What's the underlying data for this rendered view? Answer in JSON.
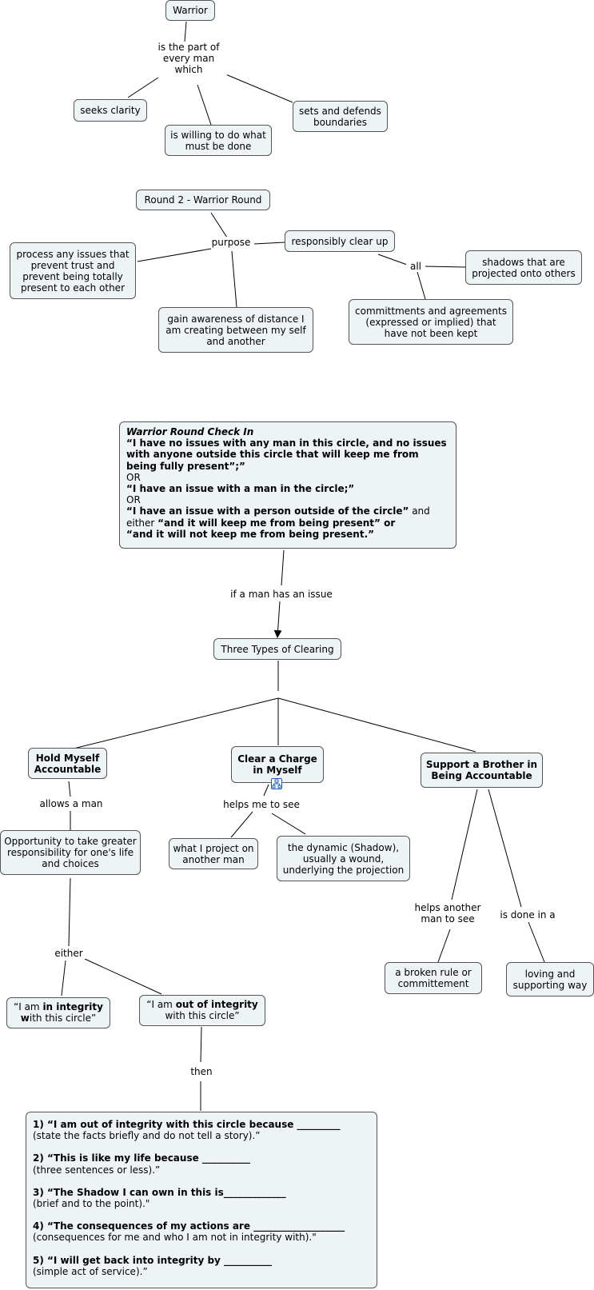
{
  "warrior_map": {
    "root": "Warrior",
    "link": "is the part of every man which",
    "items": [
      "seeks clarity",
      "is willing to do what must be done",
      "sets and defends boundaries"
    ]
  },
  "round2_map": {
    "root": "Round 2 - Warrior Round",
    "link_purpose": "purpose",
    "process": "process any issues that prevent trust and prevent being totally present to each other",
    "gain": "gain awareness of distance I am creating between my self and another",
    "clear_up": "responsibly clear up",
    "link_all": "all",
    "shadows": "shadows that are projected onto others",
    "commitments": "committments and agreements (expressed or implied) that have not been kept"
  },
  "checkin": {
    "title": "Warrior Round Check In",
    "line1": "“I have no issues with any man in this circle, and no issues with anyone outside this circle that will keep me from being fully present”;”",
    "or1": "OR",
    "line2": "“I have an issue with a man in the circle;”",
    "or2": "OR",
    "line3": "“I have an issue with a person outside of the circle”",
    "and_text": " and",
    "either": "either ",
    "line4": "“and it will keep me from being present” or",
    "line5": "“and it will not keep me from being present.”"
  },
  "clearing": {
    "link_issue": "if a man has an issue",
    "title": "Three Types of Clearing",
    "hold": "Hold Myself Accountable",
    "charge": "Clear a Charge in Myself",
    "support": "Support a Brother in Being Accountable",
    "allows": "allows a man",
    "opportunity": "Opportunity to take greater responsibility for one's life and choices",
    "helps_me": "helps me to see",
    "project": "what I project on another man",
    "dynamic": "the dynamic (Shadow), usually a wound, underlying the projection",
    "helps_another": "helps another man to see",
    "done_in": "is done in a",
    "broken": "a broken rule or committement",
    "loving": "loving and supporting way",
    "either": "either",
    "in_integrity": {
      "a": "“I am ",
      "b": "in integrity",
      "c": "w",
      "d": "ith this circle”"
    },
    "out_integrity": {
      "a": "“I am ",
      "b": "out of integrity",
      "c": "with this circle”"
    },
    "then": "then"
  },
  "steps": [
    {
      "bold": "1) “I am out of integrity with this circle because _________",
      "text": "(state the facts briefly and do not tell a story).”"
    },
    {
      "bold": "2) “This is like my life because __________",
      "text": "(three sentences or less).”"
    },
    {
      "bold": "3) “The Shadow I can own in this is_____________",
      "text": "(brief and to the point).\""
    },
    {
      "bold": "4) “The consequences of my actions are ___________________",
      "text": "(consequences for me and who I am not in integrity with).\""
    },
    {
      "bold": "5) “I will get back into integrity by __________",
      "text": "(simple act of service).”"
    }
  ],
  "colors": {
    "node_fill": "#eef4f6",
    "node_border": "#555555",
    "line": "#000000",
    "icon": "#1c5fb5"
  }
}
